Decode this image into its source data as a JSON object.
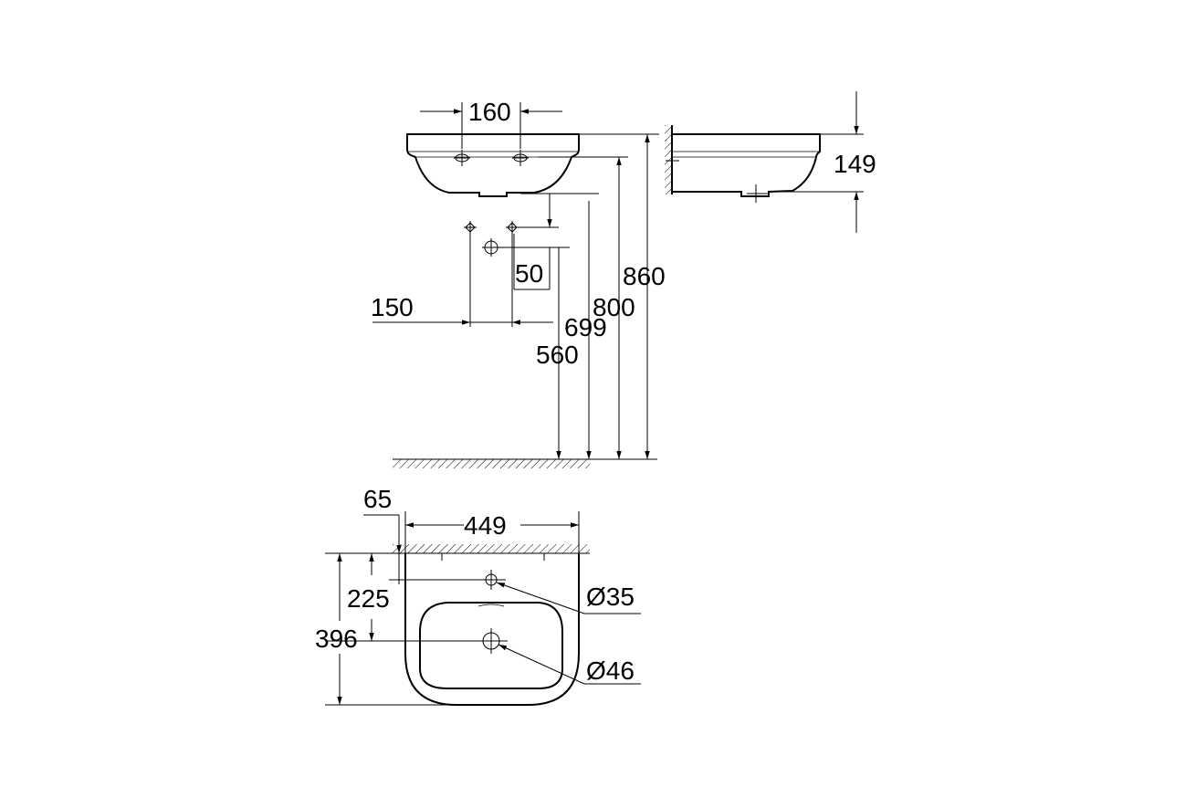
{
  "drawing": {
    "dims": {
      "tap_hole_spacing": "160",
      "basin_depth": "149",
      "waste_offset": "50",
      "trap_spacing": "150",
      "height_699": "699",
      "height_560": "560",
      "height_800": "800",
      "height_860": "860",
      "wall_gap": "65",
      "width": "449",
      "tap_hole_distance": "225",
      "projection": "396",
      "tap_hole_dia": "Ø35",
      "waste_dia": "Ø46"
    }
  }
}
